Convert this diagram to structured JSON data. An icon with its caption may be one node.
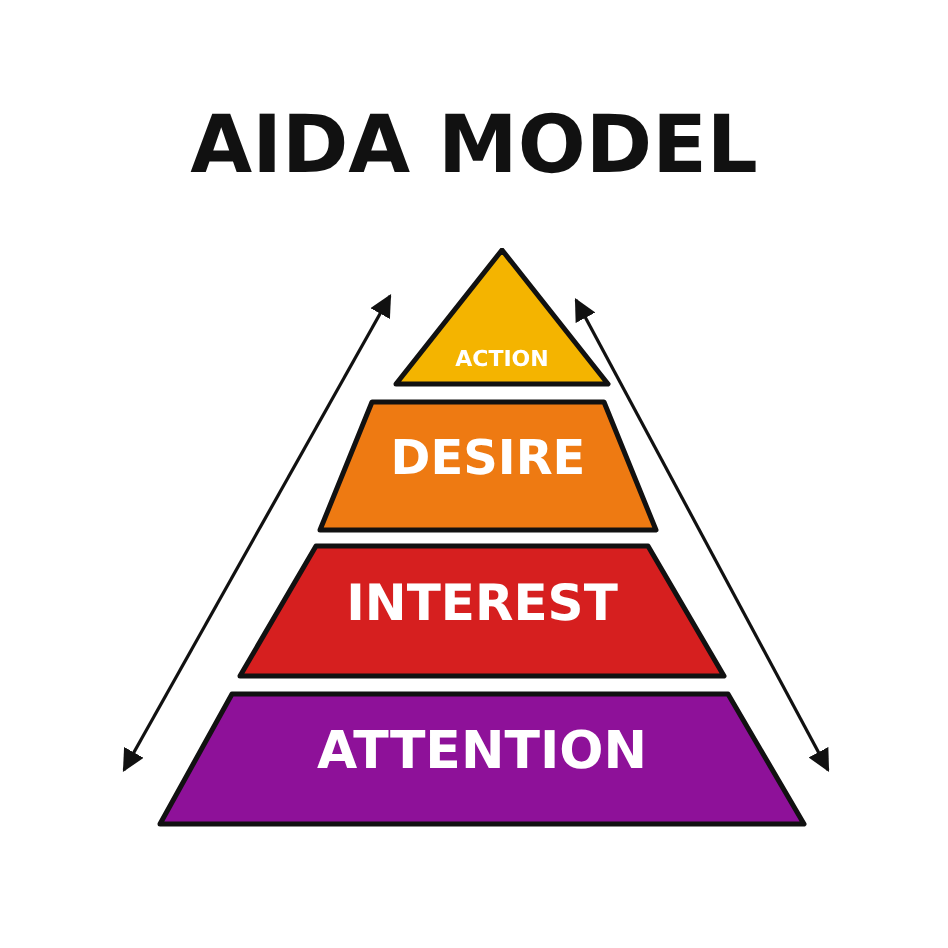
{
  "diagram": {
    "title": "AIDA MODEL",
    "nodes": [
      {
        "text": [
          "ACTION"
        ]
      },
      {
        "text": [
          "DESIRE"
        ]
      },
      {
        "text": [
          "INTEREST"
        ]
      },
      {
        "text": [
          "ATTENTION"
        ]
      }
    ]
  }
}
